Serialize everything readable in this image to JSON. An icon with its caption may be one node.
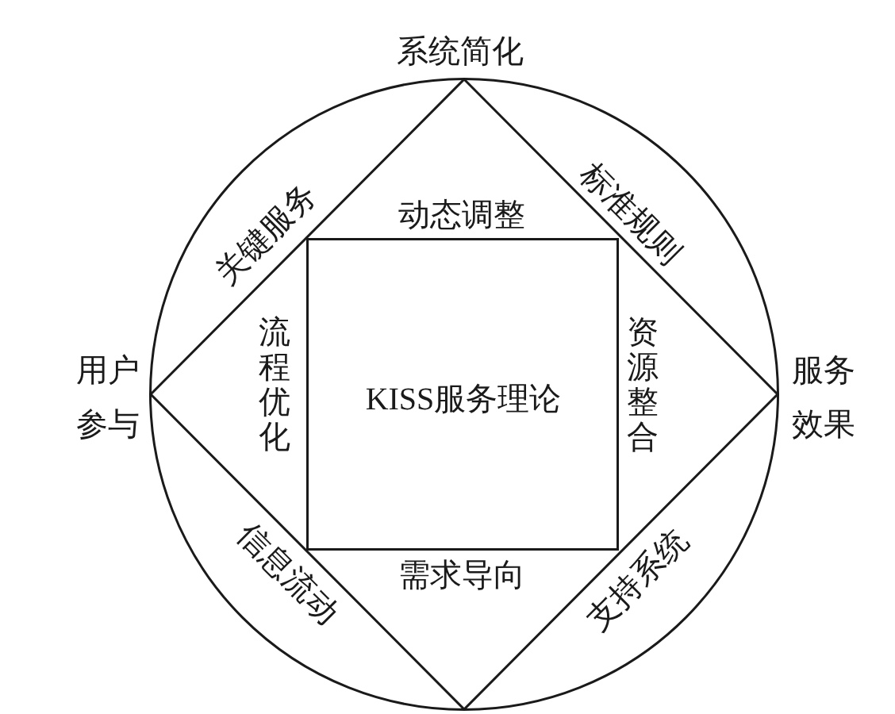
{
  "diagram": {
    "nodes": [
      {
        "text": [
          "关键服务",
          "标准规则",
          "信息流动",
          "支持系统"
        ]
      },
      {
        "text": [
          "动态调整",
          "流程优化",
          "资源整合",
          "需求导向"
        ],
        "in": 0
      },
      {
        "text": [
          "KISS服务理论"
        ],
        "in": 1
      }
    ],
    "labels": [
      "系统简化",
      "用户参与",
      "服务效果"
    ]
  }
}
